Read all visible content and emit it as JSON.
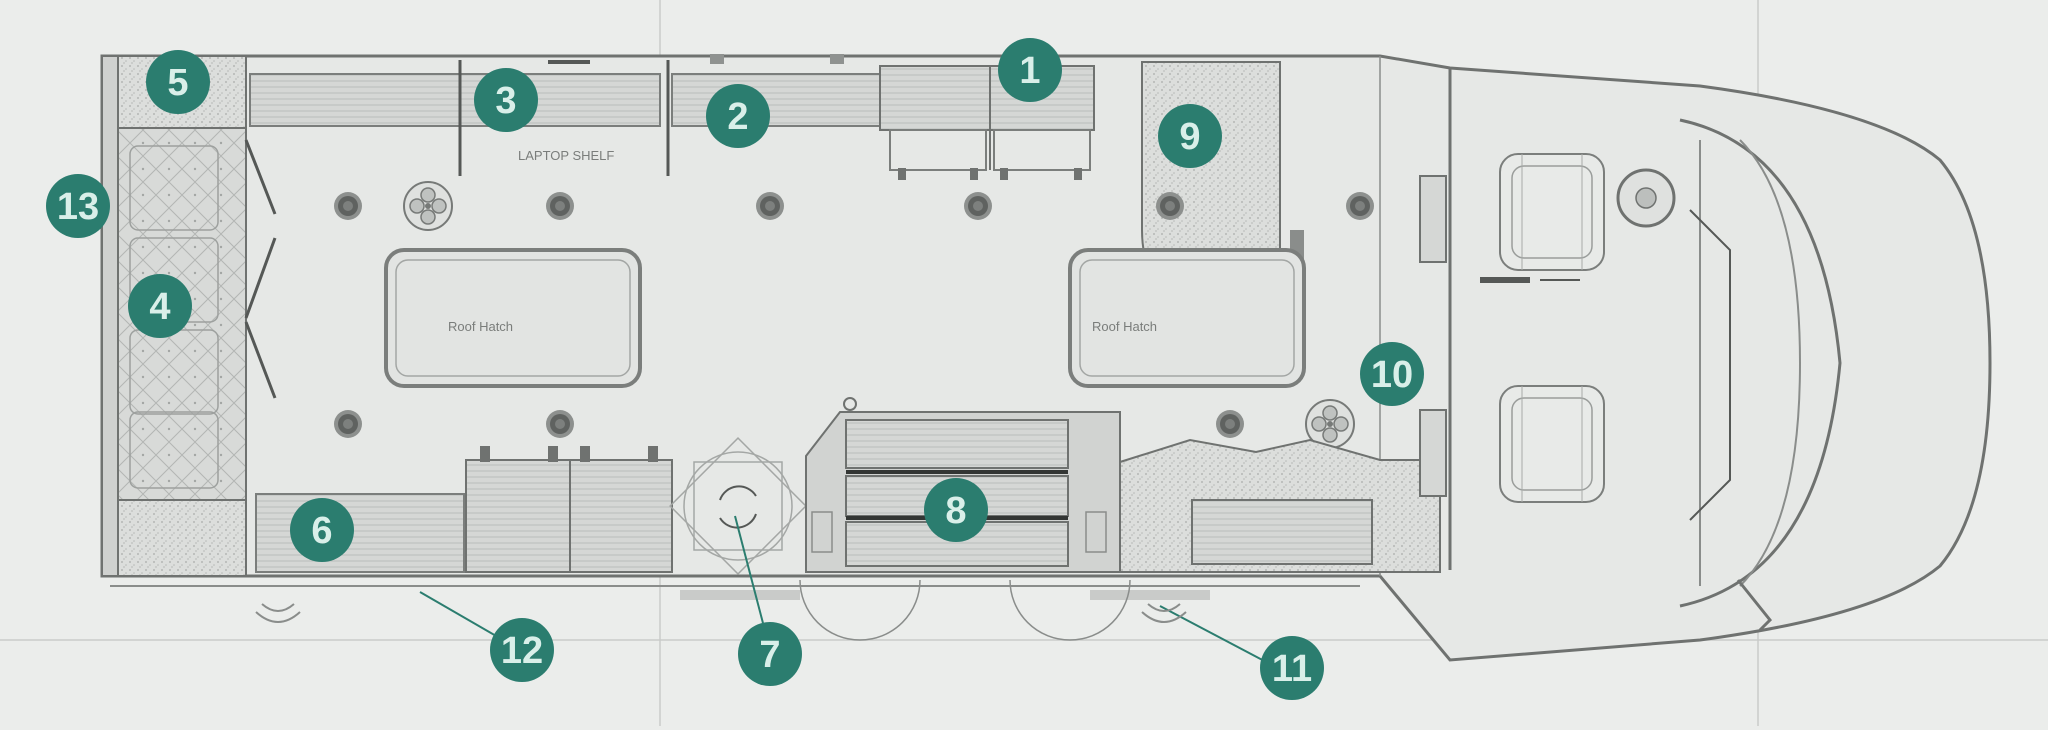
{
  "diagram": {
    "labels": {
      "laptop_shelf": "LAPTOP SHELF",
      "roof_hatch_left": "Roof Hatch",
      "roof_hatch_right": "Roof Hatch"
    },
    "callouts": [
      {
        "id": "1",
        "label": "1"
      },
      {
        "id": "2",
        "label": "2"
      },
      {
        "id": "3",
        "label": "3"
      },
      {
        "id": "4",
        "label": "4"
      },
      {
        "id": "5",
        "label": "5"
      },
      {
        "id": "6",
        "label": "6"
      },
      {
        "id": "7",
        "label": "7"
      },
      {
        "id": "8",
        "label": "8"
      },
      {
        "id": "9",
        "label": "9"
      },
      {
        "id": "10",
        "label": "10"
      },
      {
        "id": "11",
        "label": "11"
      },
      {
        "id": "12",
        "label": "12"
      },
      {
        "id": "13",
        "label": "13"
      }
    ],
    "colors": {
      "background": "#ebedeb",
      "callout": "#2b7d6f",
      "callout_text": "#d9efe9",
      "wall": "#6f7270",
      "floor": "#e6e8e6",
      "counter": "#d7d9d7"
    }
  }
}
